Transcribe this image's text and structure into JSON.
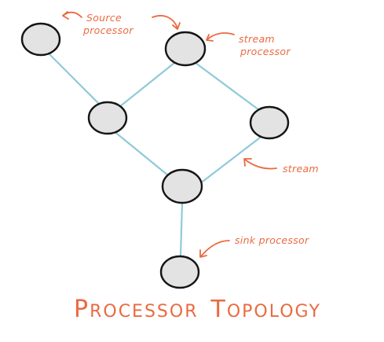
{
  "diagram": {
    "title": {
      "first_initial": "P",
      "first_rest": "ROCESSOR",
      "second_initial": "T",
      "second_rest": "OPOLOGY"
    },
    "annotations": {
      "source_processor": [
        "Source",
        "processor"
      ],
      "stream_processor": [
        "stream",
        "processor"
      ],
      "stream": "stream",
      "sink_processor": "sink processor"
    },
    "colors": {
      "annotation": "#ea6a41",
      "edge": "#8ecad9",
      "node_fill": "#e3e3e3",
      "node_stroke": "#151515"
    }
  }
}
